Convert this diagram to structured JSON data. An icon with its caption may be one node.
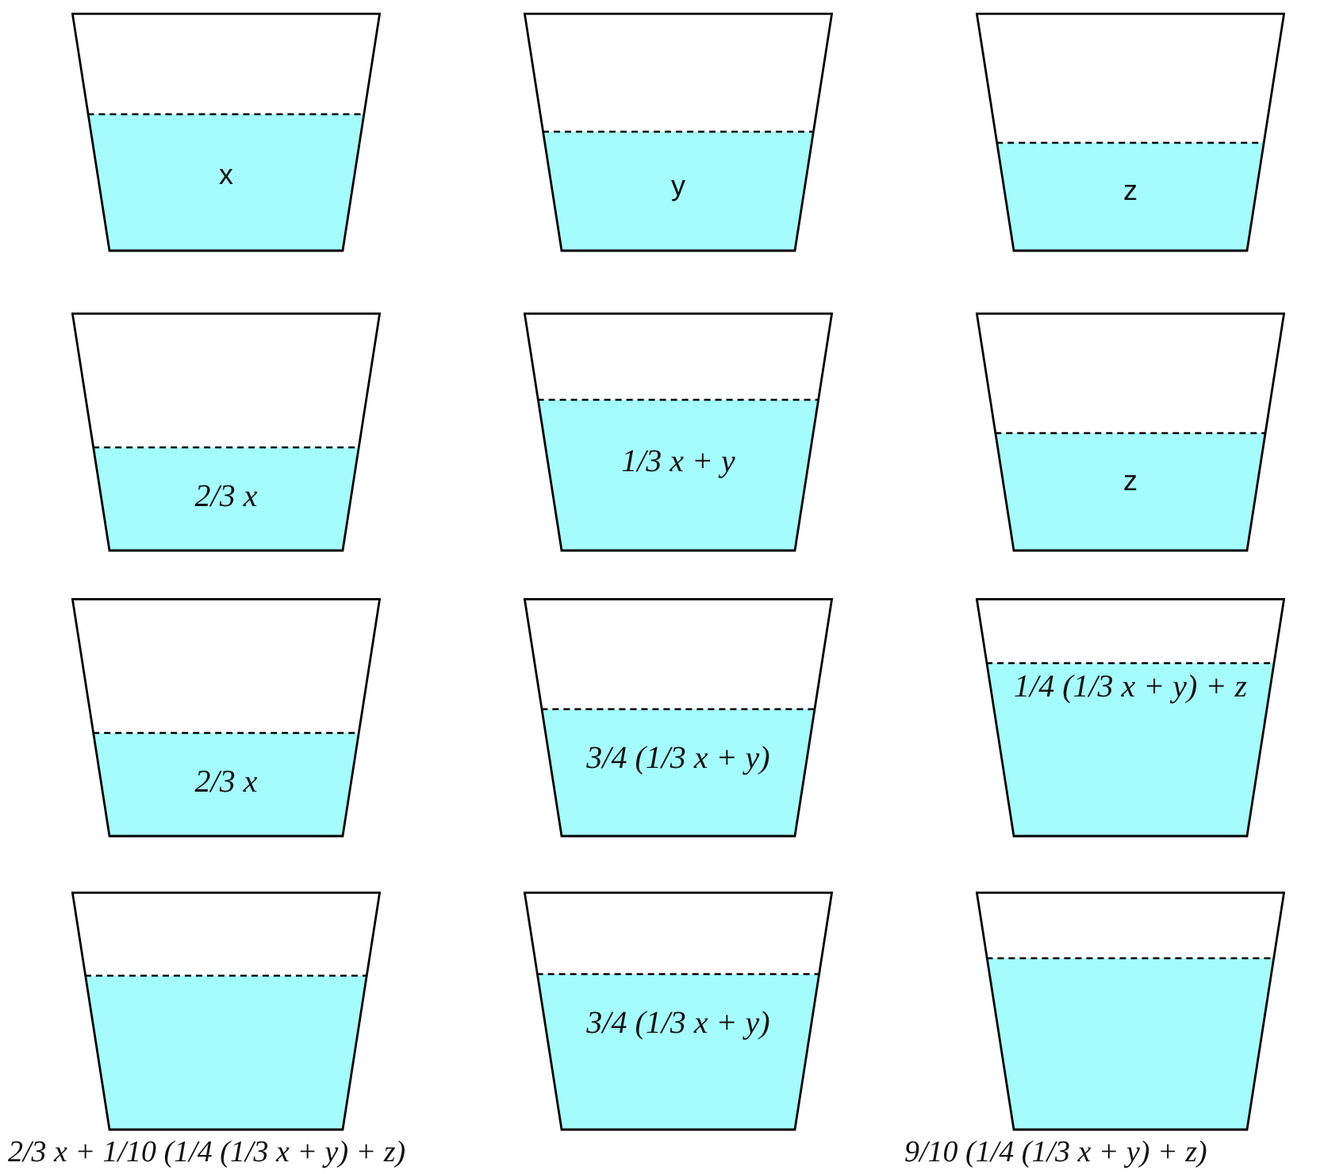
{
  "diagram": {
    "nodes": [
      {
        "text": [
          "x"
        ]
      },
      {
        "text": [
          "y"
        ]
      },
      {
        "text": [
          "z"
        ]
      },
      {
        "text": [
          "2/3 x"
        ]
      },
      {
        "text": [
          "1/3 x + y"
        ]
      },
      {
        "text": [
          "z"
        ]
      },
      {
        "text": [
          "2/3 x"
        ]
      },
      {
        "text": [
          "3/4 (1/3 x + y)"
        ]
      },
      {
        "text": [
          "1/4 (1/3 x + y) + z"
        ]
      },
      {
        "text": [],
        "shape": "cup",
        "beside": [
          "2/3 x + 1/10 (1/4 (1/3 x + y) + z)"
        ]
      },
      {
        "text": [
          "3/4 (1/3 x + y)"
        ]
      },
      {
        "text": [],
        "shape": "cup",
        "beside": [
          "9/10 (1/4 (1/3 x + y) + z)"
        ]
      }
    ]
  }
}
